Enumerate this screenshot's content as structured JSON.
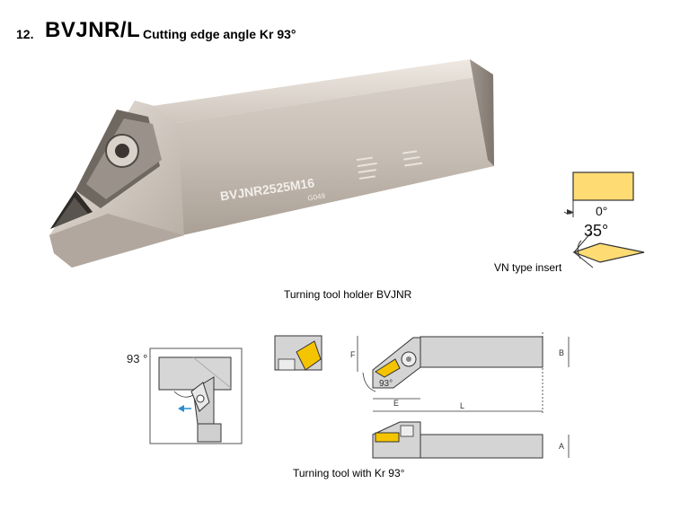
{
  "header": {
    "number": "12.",
    "model": "BVJNR/L",
    "description": "Cutting edge angle Kr 93°"
  },
  "photo": {
    "engraving": "BVJNR2525M16",
    "subcode": "G049"
  },
  "insert_diagram": {
    "rake_angle": "0°",
    "insert_angle": "35°",
    "caption": "VN type insert"
  },
  "captions": {
    "holder": "Turning tool holder BVJNR",
    "kr": "Turning tool with Kr 93°"
  },
  "kr_diagram": {
    "angle": "93 °"
  },
  "drawing": {
    "angle": "93°",
    "dims": [
      "F",
      "B",
      "E",
      "L",
      "A"
    ]
  },
  "colors": {
    "insert_fill": "#fedc73",
    "insert_drawing_fill": "#f5c400",
    "arrow": "#2a8ccf"
  }
}
